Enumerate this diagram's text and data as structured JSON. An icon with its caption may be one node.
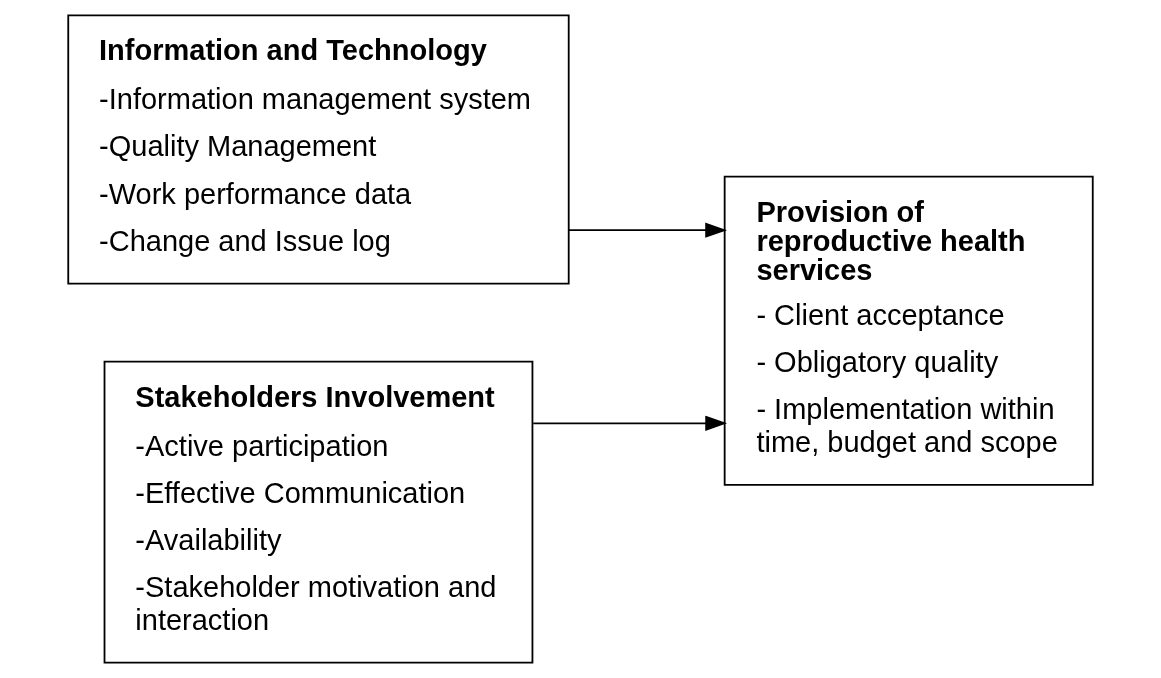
{
  "diagram": {
    "nodes": [
      {
        "text": [
          "Information and Technology",
          "-Information management system",
          "-Quality Management",
          "-Work performance data",
          "-Change and Issue log"
        ]
      },
      {
        "text": [
          "Stakeholders Involvement",
          "-Active participation",
          "-Effective Communication",
          "-Availability",
          "-Stakeholder motivation and interaction"
        ]
      },
      {
        "text": [
          "Provision of reproductive health services",
          "- Client acceptance",
          "- Obligatory quality",
          "- Implementation within time, budget and scope"
        ]
      }
    ],
    "edges": [
      {
        "from": 0,
        "to": 2,
        "arrow": "to"
      },
      {
        "from": 1,
        "to": 2,
        "arrow": "to"
      }
    ]
  }
}
